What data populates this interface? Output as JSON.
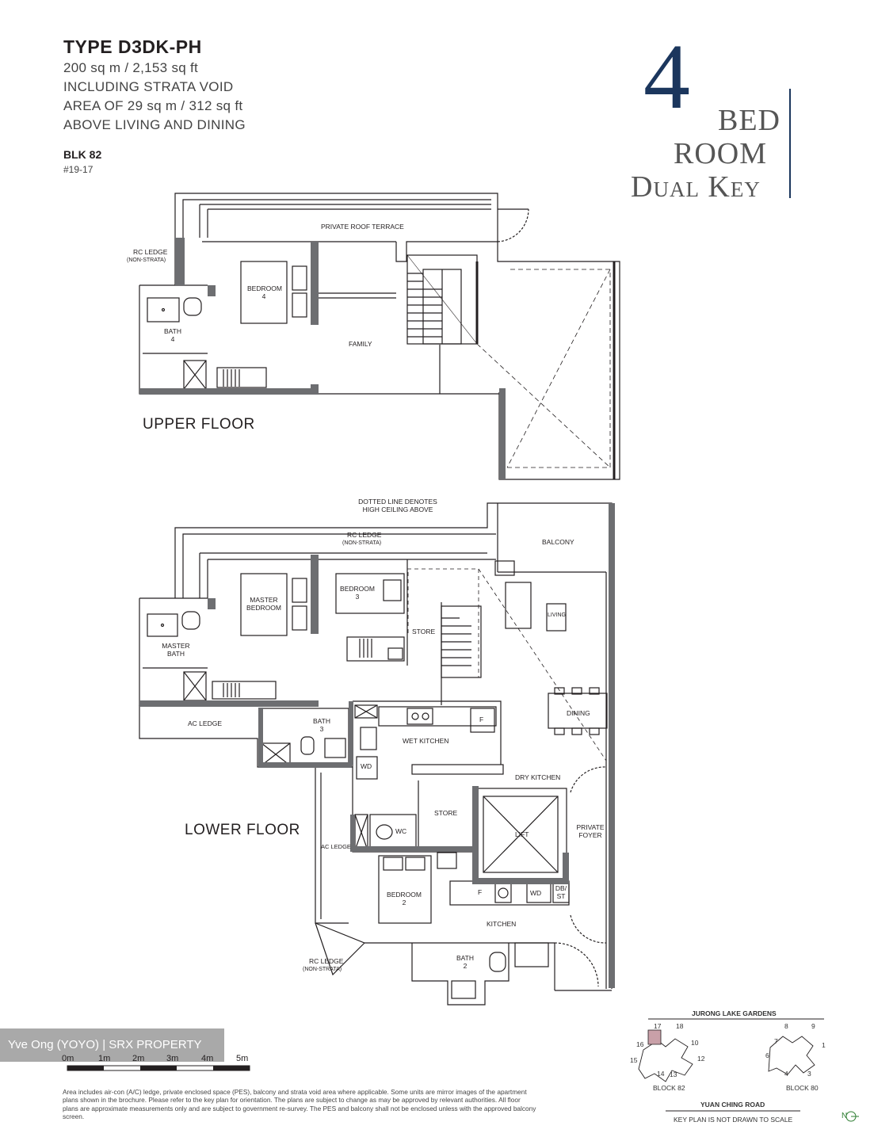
{
  "header": {
    "type_title": "TYPE D3DK-PH",
    "area_lines": [
      "200 sq m / 2,153 sq ft",
      "INCLUDING STRATA VOID",
      "AREA OF 29 sq m / 312 sq ft",
      "ABOVE LIVING AND DINING"
    ],
    "block": "BLK 82",
    "unit": "#19-17"
  },
  "badge": {
    "number": "4",
    "line1": "BED",
    "line2": "ROOM",
    "line3": "Dual Key"
  },
  "upper_floor": {
    "label": "UPPER FLOOR",
    "rooms": {
      "roof_terrace": "PRIVATE ROOF TERRACE",
      "rc_ledge": "RC LEDGE",
      "rc_ledge_note": "(NON-STRATA)",
      "bedroom4": [
        "BEDROOM",
        "4"
      ],
      "bath4": [
        "BATH",
        "4"
      ],
      "family": "FAMILY"
    }
  },
  "lower_floor": {
    "label": "LOWER FLOOR",
    "rooms": {
      "dotted_note": [
        "DOTTED LINE DENOTES",
        "HIGH CEILING ABOVE"
      ],
      "rc_ledge": "RC LEDGE",
      "rc_ledge_note": "(NON-STRATA)",
      "balcony": "BALCONY",
      "master_bedroom": [
        "MASTER",
        "BEDROOM"
      ],
      "bedroom3": [
        "BEDROOM",
        "3"
      ],
      "living": "LIVING",
      "store1": "STORE",
      "master_bath": [
        "MASTER",
        "BATH"
      ],
      "dining": "DINING",
      "ac_ledge": "AC LEDGE",
      "bath3": [
        "BATH",
        "3"
      ],
      "f1": "F",
      "wet_kitchen": "WET KITCHEN",
      "wd1": "WD",
      "dry_kitchen": "DRY KITCHEN",
      "store2": "STORE",
      "lift": "LIFT",
      "private_foyer": [
        "PRIVATE",
        "FOYER"
      ],
      "wc": "WC",
      "ac_ledge2": "AC LEDGE",
      "bedroom2": [
        "BEDROOM",
        "2"
      ],
      "f2": "F",
      "wd2": "WD",
      "dbst": [
        "DB/",
        "ST"
      ],
      "kitchen": "KITCHEN",
      "rc_ledge2": "RC LEDGE",
      "rc_ledge2_note": "(NON-STRATA)",
      "bath2": [
        "BATH",
        "2"
      ]
    }
  },
  "watermark": "Yve Ong (YOYO) | SRX PROPERTY",
  "scale": {
    "ticks": [
      "0m",
      "1m",
      "2m",
      "3m",
      "4m",
      "5m"
    ]
  },
  "disclaimer": "Area includes air-con (A/C) ledge, private enclosed space (PES), balcony and strata void area where applicable. Some units are mirror images of the apartment plans shown in the brochure. Please refer to the key plan for orientation. The plans are subject to change as may be approved by relevant authorities. All floor plans are approximate measurements only and are subject to government re-survey. The PES and balcony shall not be enclosed unless with the approved balcony screen.",
  "key_plan": {
    "top_road": "JURONG LAKE GARDENS",
    "bottom_road": "YUAN CHING ROAD",
    "block82": "BLOCK 82",
    "block80": "BLOCK 80",
    "note": "KEY PLAN IS NOT DRAWN TO SCALE",
    "numbers_82": [
      "17",
      "18",
      "16",
      "10",
      "15",
      "12",
      "14",
      "13"
    ],
    "numbers_80": [
      "8",
      "9",
      "7",
      "1",
      "6",
      "4",
      "3"
    ],
    "north": "N"
  },
  "colors": {
    "badge_blue": "#1b365d",
    "wall": "#6d6e71",
    "highlight": "#c9a0a8"
  }
}
